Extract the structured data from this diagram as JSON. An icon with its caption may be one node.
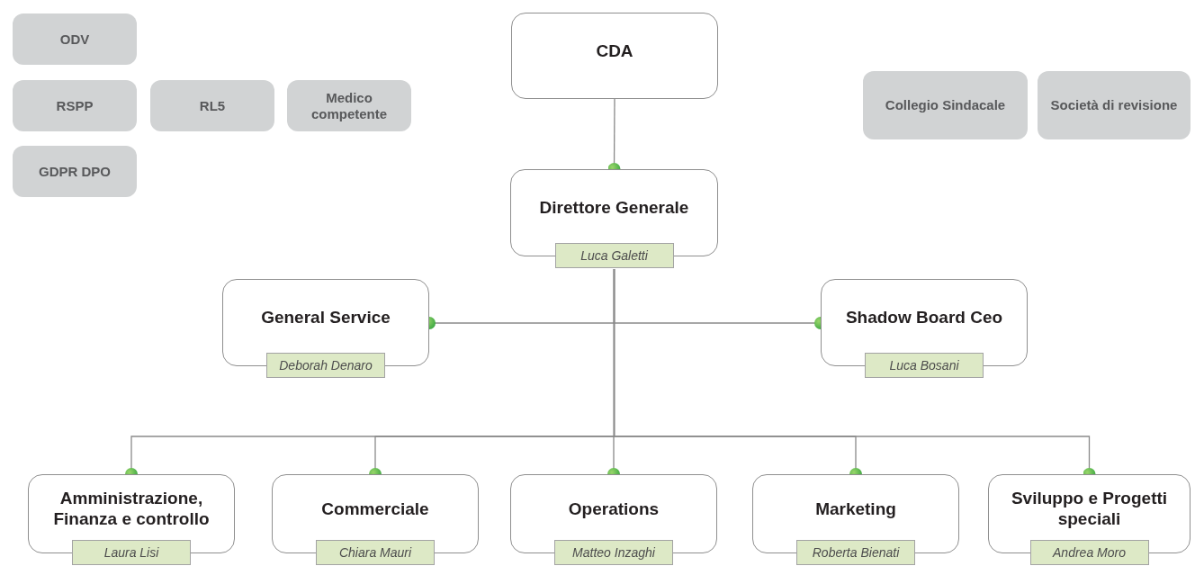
{
  "diagram": {
    "nodes": [
      {
        "text": [
          "ODV"
        ]
      },
      {
        "text": [
          "RSPP"
        ]
      },
      {
        "text": [
          "RL5"
        ]
      },
      {
        "text": [
          "Medico competente"
        ]
      },
      {
        "text": [
          "GDPR DPO"
        ]
      },
      {
        "text": [
          "Collegio Sindacale"
        ]
      },
      {
        "text": [
          "Società di revisione"
        ]
      },
      {
        "text": [
          "CDA"
        ]
      },
      {
        "text": [
          "Direttore Generale",
          "Luca Galetti"
        ]
      },
      {
        "text": [
          "General Service",
          "Deborah Denaro"
        ]
      },
      {
        "text": [
          "Shadow Board Ceo",
          "Luca Bosani"
        ]
      },
      {
        "text": [
          "Amministrazione, Finanza e controllo",
          "Laura Lisi"
        ]
      },
      {
        "text": [
          "Commerciale",
          "Chiara Mauri"
        ]
      },
      {
        "text": [
          "Operations",
          "Matteo Inzaghi"
        ]
      },
      {
        "text": [
          "Marketing",
          "Roberta Bienati"
        ]
      },
      {
        "text": [
          "Sviluppo e Progetti speciali",
          "Andrea Moro"
        ]
      }
    ],
    "edges": [
      {
        "from": 7,
        "to": 8,
        "arrow": "other"
      },
      {
        "from": 8,
        "to": 9,
        "arrow": "other"
      },
      {
        "from": 8,
        "to": 10,
        "arrow": "other"
      },
      {
        "from": 8,
        "to": 11,
        "arrow": "other"
      },
      {
        "from": 8,
        "to": 12,
        "arrow": "other"
      },
      {
        "from": 8,
        "to": 13,
        "arrow": "other"
      },
      {
        "from": 8,
        "to": 14,
        "arrow": "other"
      },
      {
        "from": 8,
        "to": 15,
        "arrow": "other"
      }
    ]
  }
}
